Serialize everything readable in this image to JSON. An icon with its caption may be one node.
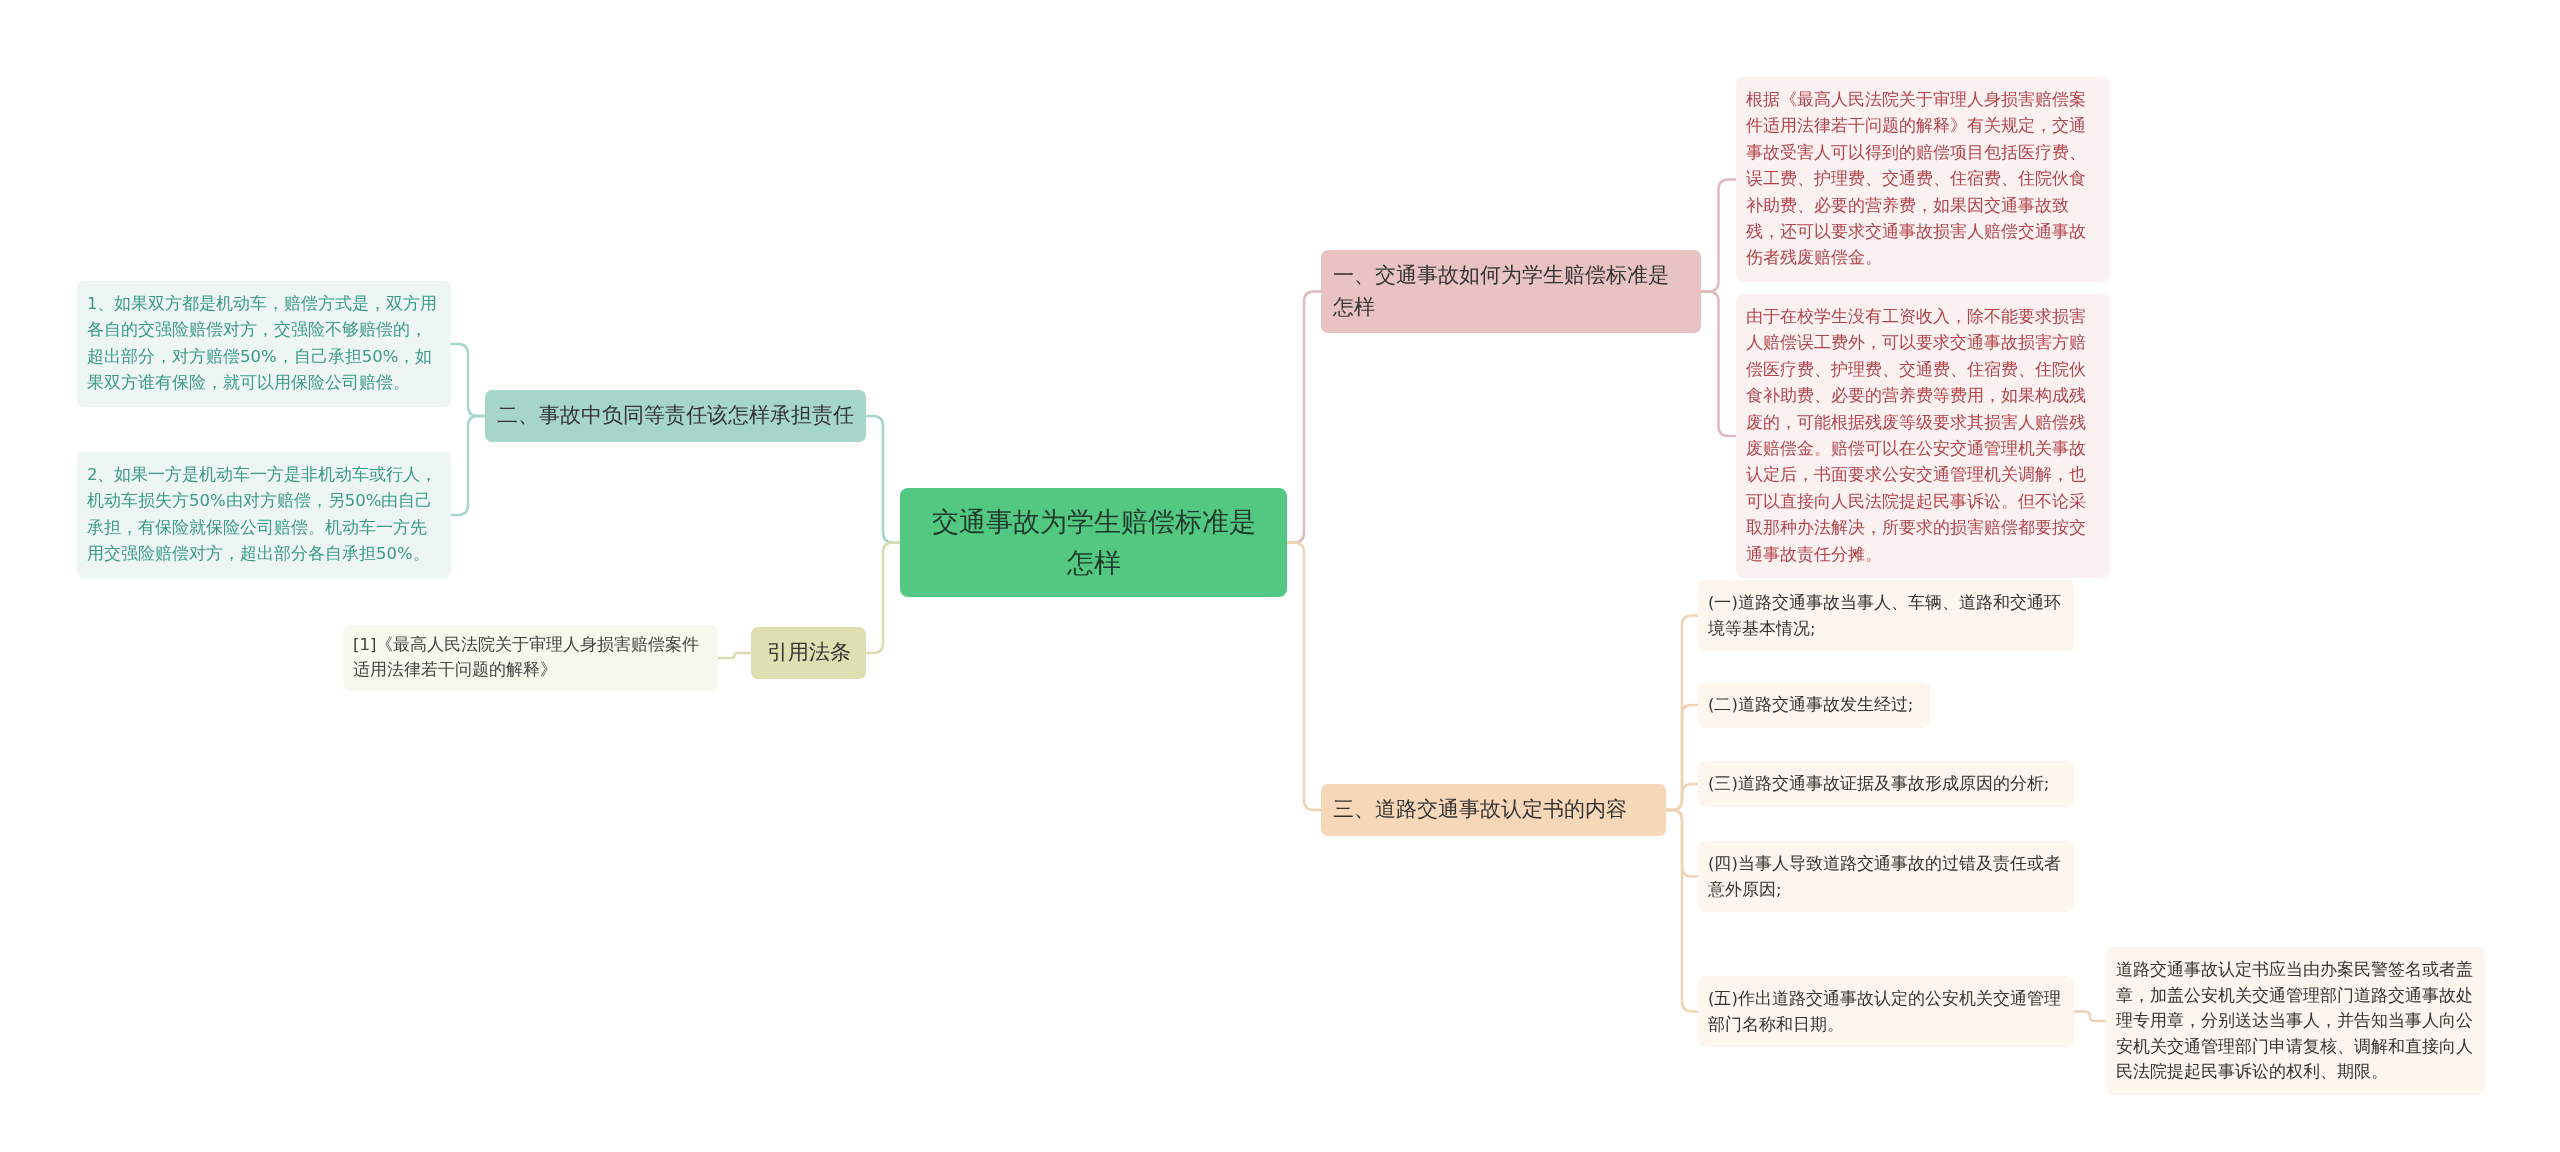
{
  "diagram": {
    "nodes": [
      {
        "text": [
          "交通事故为学生赔偿标准是怎样"
        ]
      },
      {
        "text": [
          "一、交通事故如何为学生赔偿标准是怎样"
        ]
      },
      {
        "text": [
          "根据《最高人民法院关于审理人身损害赔偿案件适用法律若干问题的解释》有关规定，交通事故受害人可以得到的赔偿项目包括医疗费、误工费、护理费、交通费、住宿费、住院伙食补助费、必要的营养费，如果因交通事故致残，还可以要求交通事故损害人赔偿交通事故伤者残废赔偿金。"
        ]
      },
      {
        "text": [
          "由于在校学生没有工资收入，除不能要求损害人赔偿误工费外，可以要求交通事故损害方赔偿医疗费、护理费、交通费、住宿费、住院伙食补助费、必要的营养费等费用，如果构成残废的，可能根据残废等级要求其损害人赔偿残废赔偿金。赔偿可以在公安交通管理机关事故认定后，书面要求公安交通管理机关调解，也可以直接向人民法院提起民事诉讼。但不论采取那种办法解决，所要求的损害赔偿都要按交通事故责任分摊。"
        ]
      },
      {
        "text": [
          "二、事故中负同等责任该怎样承担责任"
        ]
      },
      {
        "text": [
          "1、如果双方都是机动车，赔偿方式是，双方用各自的交强险赔偿对方，交强险不够赔偿的，超出部分，对方赔偿50%，自己承担50%，如果双方谁有保险，就可以用保险公司赔偿。"
        ]
      },
      {
        "text": [
          "2、如果一方是机动车一方是非机动车或行人，机动车损失方50%由对方赔偿，另50%由自己承担，有保险就保险公司赔偿。机动车一方先用交强险赔偿对方，超出部分各自承担50%。"
        ]
      },
      {
        "text": [
          "引用法条"
        ]
      },
      {
        "text": [
          "[1]《最高人民法院关于审理人身损害赔偿案件适用法律若干问题的解释》"
        ]
      },
      {
        "text": [
          "三、道路交通事故认定书的内容"
        ]
      },
      {
        "text": [
          "(一)道路交通事故当事人、车辆、道路和交通环境等基本情况;"
        ]
      },
      {
        "text": [
          "(二)道路交通事故发生经过;"
        ]
      },
      {
        "text": [
          "(三)道路交通事故证据及事故形成原因的分析;"
        ]
      },
      {
        "text": [
          "(四)当事人导致道路交通事故的过错及责任或者意外原因;"
        ]
      },
      {
        "text": [
          "(五)作出道路交通事故认定的公安机关交通管理部门名称和日期。"
        ]
      },
      {
        "text": [
          "道路交通事故认定书应当由办案民警签名或者盖章，加盖公安机关交通管理部门道路交通事故处理专用章，分别送达当事人，并告知当事人向公安机关交通管理部门申请复核、调解和直接向人民法院提起民事诉讼的权利、期限。"
        ]
      }
    ],
    "edges": [
      {
        "from": 0,
        "to": 1,
        "arrow": "none",
        "color": "#e2b9bd"
      },
      {
        "from": 1,
        "to": 2,
        "arrow": "none",
        "color": "#e2b9bd"
      },
      {
        "from": 1,
        "to": 3,
        "arrow": "none",
        "color": "#e2b9bd"
      },
      {
        "from": 0,
        "to": 4,
        "arrow": "none",
        "color": "#a6d5cb"
      },
      {
        "from": 4,
        "to": 5,
        "arrow": "none",
        "color": "#a6d5cb"
      },
      {
        "from": 4,
        "to": 6,
        "arrow": "none",
        "color": "#a6d5cb"
      },
      {
        "from": 0,
        "to": 7,
        "arrow": "none",
        "color": "#d9dcae"
      },
      {
        "from": 7,
        "to": 8,
        "arrow": "none",
        "color": "#d9dcae"
      },
      {
        "from": 0,
        "to": 9,
        "arrow": "none"
      },
      {
        "from": 9,
        "to": 10,
        "arrow": "none"
      },
      {
        "from": 9,
        "to": 11,
        "arrow": "none"
      },
      {
        "from": 9,
        "to": 12,
        "arrow": "none"
      },
      {
        "from": 9,
        "to": 13,
        "arrow": "none"
      },
      {
        "from": 9,
        "to": 14,
        "arrow": "none"
      },
      {
        "from": 14,
        "to": 15,
        "arrow": "none"
      }
    ]
  }
}
